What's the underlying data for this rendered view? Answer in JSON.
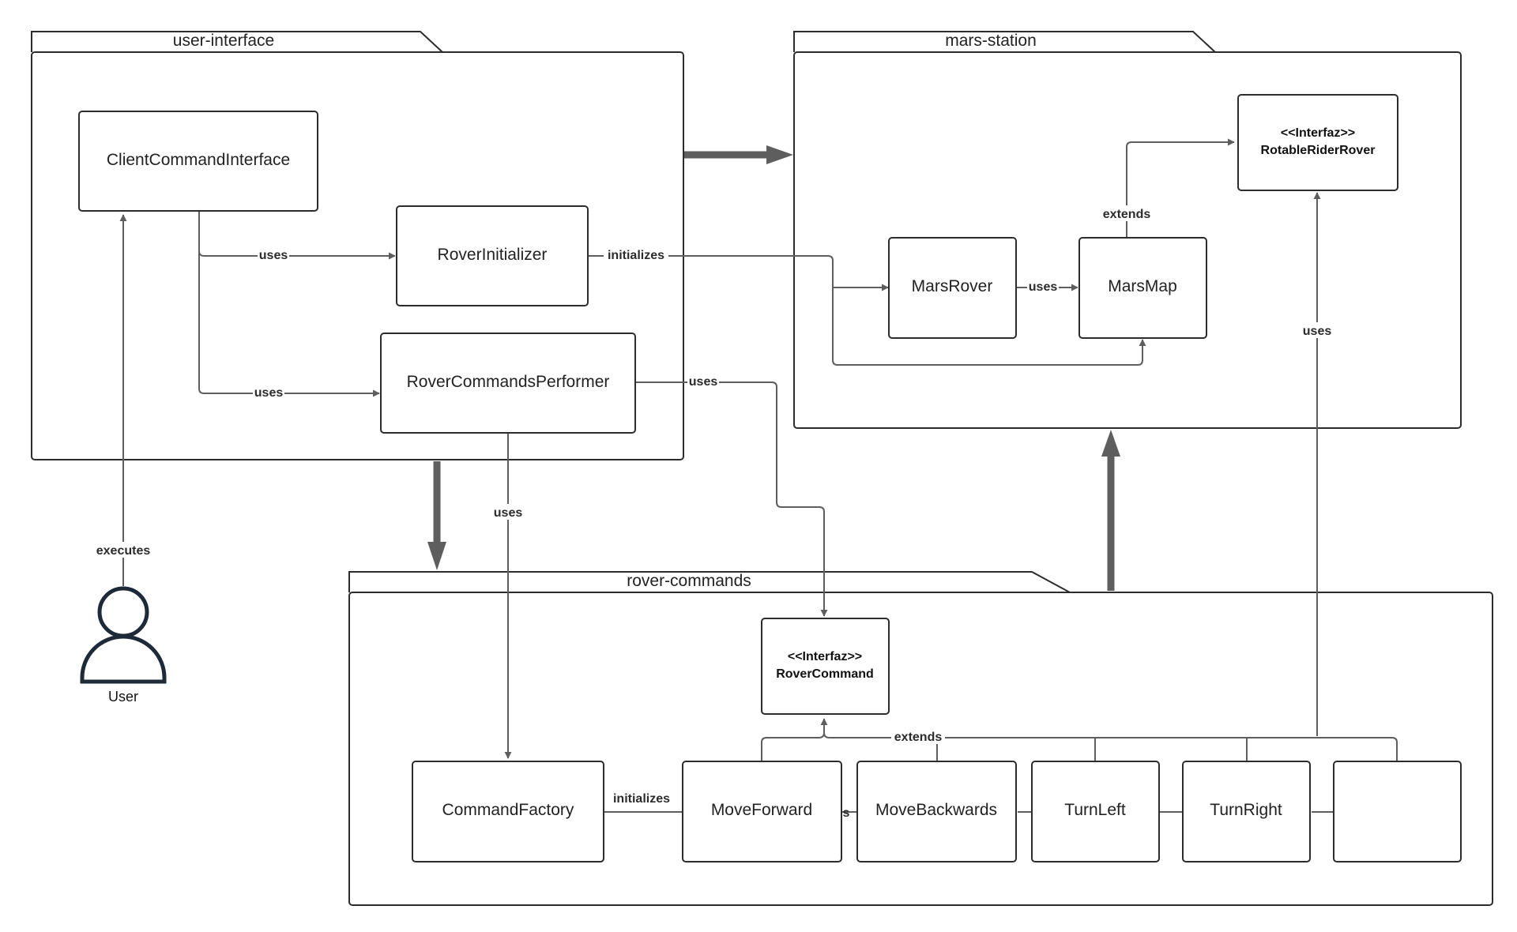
{
  "packages": {
    "user_interface": "user-interface",
    "mars_station": "mars-station",
    "rover_commands": "rover-commands"
  },
  "classes": {
    "client_command_interface": "ClientCommandInterface",
    "rover_initializer": "RoverInitializer",
    "rover_commands_performer": "RoverCommandsPerformer",
    "mars_rover": "MarsRover",
    "mars_map": "MarsMap",
    "rotable_stereotype": "<<Interfaz>>",
    "rotable_name": "RotableRiderRover",
    "rover_command_stereotype": "<<Interfaz>>",
    "rover_command_name": "RoverCommand",
    "command_factory": "CommandFactory",
    "move_forward": "MoveForward",
    "move_backwards": "MoveBackwards",
    "turn_left": "TurnLeft",
    "turn_right": "TurnRight"
  },
  "labels": {
    "uses_cci_ri": "uses",
    "uses_cci_rcp": "uses",
    "initializes_ri": "initializes",
    "uses_rcp_rc": "uses",
    "uses_rcp_cf": "uses",
    "uses_mr_mm": "uses",
    "extends_mm": "extends",
    "uses_turn_rot": "uses",
    "executes": "executes",
    "extends_cmds": "extends",
    "initializes_cf": "initializes",
    "partial_s": "s"
  },
  "actor": {
    "label": "User"
  }
}
